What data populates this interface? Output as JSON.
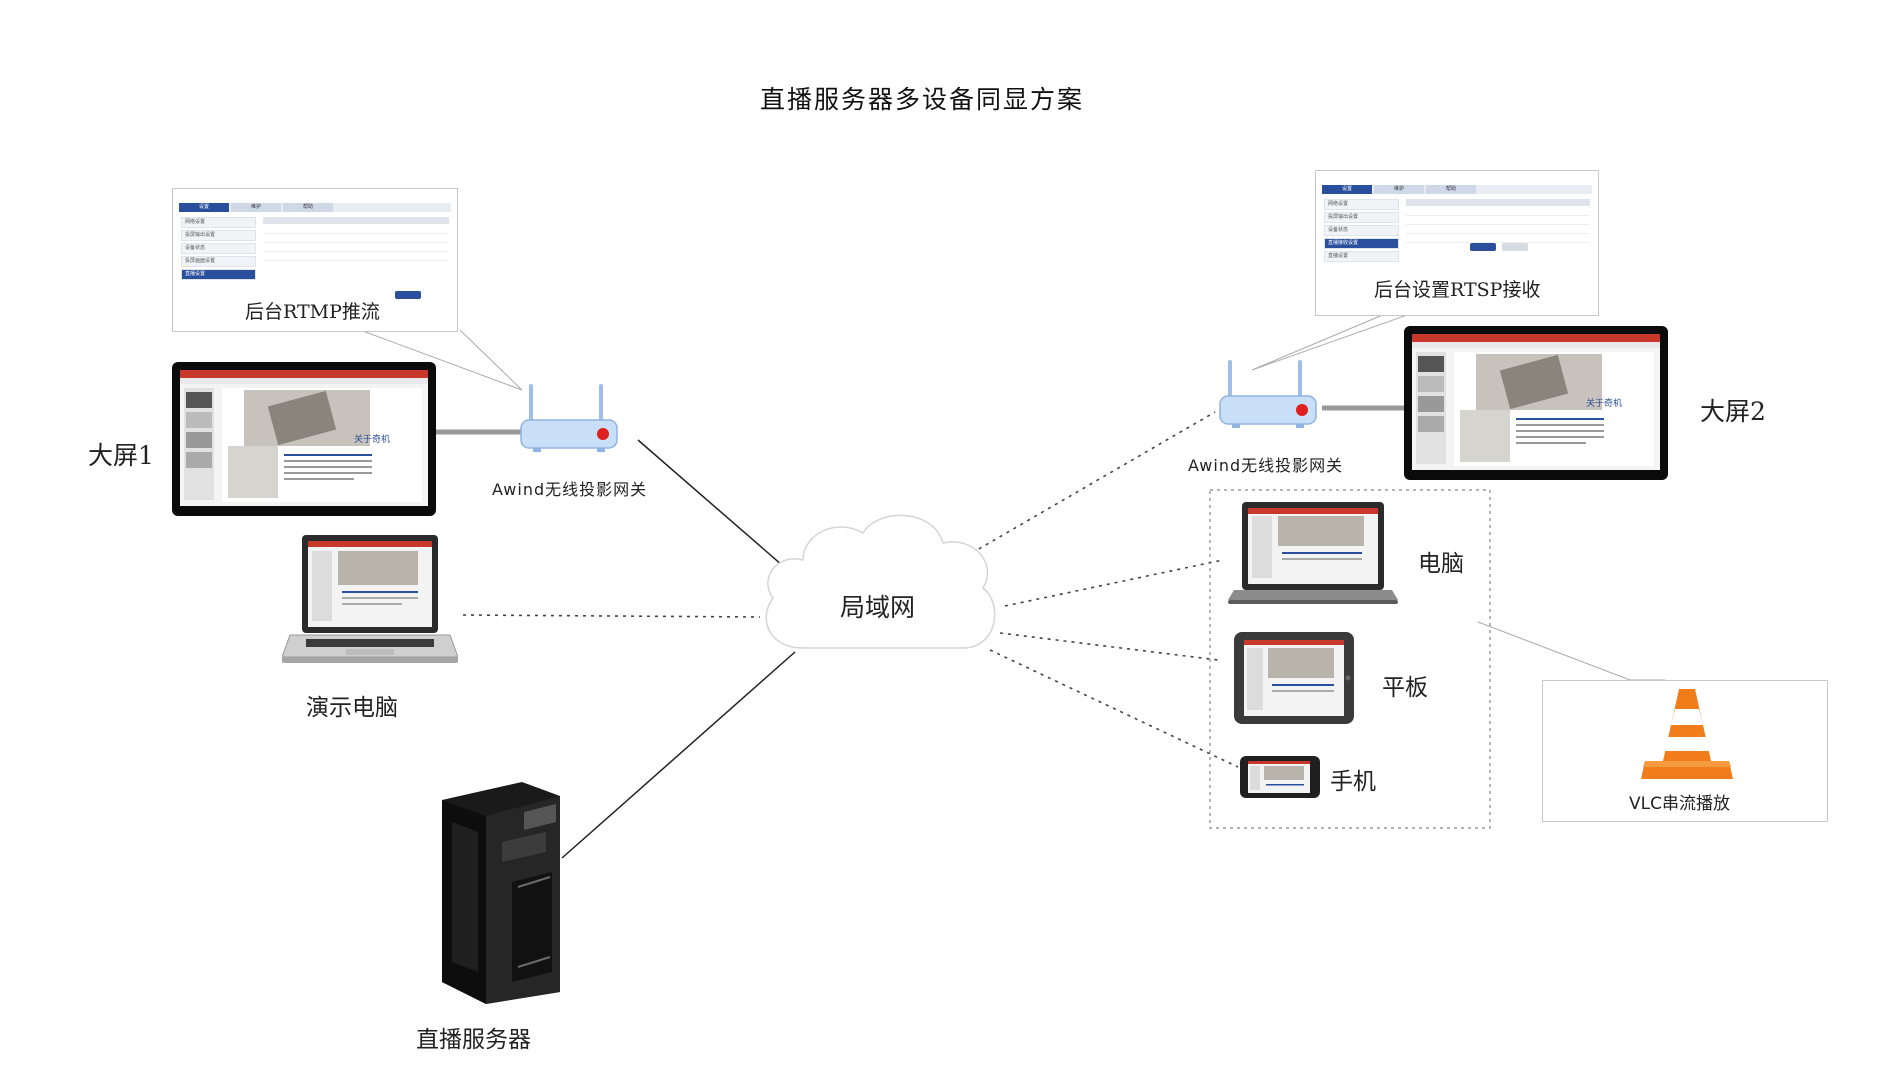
{
  "title": "直播服务器多设备同显方案",
  "center": {
    "label": "局域网"
  },
  "left": {
    "screen_label": "大屏1",
    "callout_caption": "后台RTMP推流",
    "callout_tabs": [
      "设置",
      "维护",
      "帮助"
    ],
    "callout_menu": [
      "网络设置",
      "投屏输出设置",
      "设备状态",
      "投屏画面设置",
      "直播设置"
    ],
    "gateway_label": "Awind无线投影网关",
    "laptop_label": "演示电脑",
    "server_label": "直播服务器"
  },
  "right": {
    "screen_label": "大屏2",
    "callout_caption": "后台设置RTSP接收",
    "callout_tabs": [
      "设置",
      "维护",
      "帮助"
    ],
    "callout_menu": [
      "网络设置",
      "投屏输出设置",
      "设备状态",
      "直播接收设置",
      "直播设置"
    ],
    "gateway_label": "Awind无线投影网关",
    "devices": [
      "电脑",
      "平板",
      "手机"
    ],
    "vlc_label": "VLC串流播放"
  },
  "slide": {
    "caption": "关于奇机"
  },
  "colors": {
    "router_body": "#c9def7",
    "router_led": "#e02020",
    "vlc_orange": "#f07d1a",
    "ui_blue": "#2a4f9c"
  }
}
